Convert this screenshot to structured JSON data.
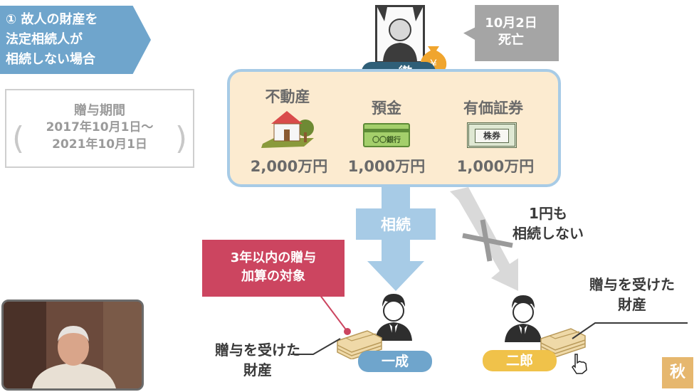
{
  "tag": {
    "lines": [
      "① 故人の財産を",
      "法定相続人が",
      "相続しない場合"
    ]
  },
  "period": {
    "title": "贈与期間",
    "line1": "2017年10月1日〜",
    "line2": "2021年10月1日"
  },
  "death": {
    "line1": "10月2日",
    "line2": "死亡"
  },
  "decedent": {
    "name": "一徹"
  },
  "estate": {
    "assets": [
      {
        "label": "不動産",
        "value": "2,000万円"
      },
      {
        "label": "預金",
        "value": "1,000万円",
        "icon_text": "〇〇銀行"
      },
      {
        "label": "有価証券",
        "value": "1,000万円",
        "icon_text": "株券"
      }
    ]
  },
  "flow": {
    "inherit_label": "相続",
    "no_inherit": [
      "1円も",
      "相続しない"
    ]
  },
  "pink": {
    "line1": "3年以内の贈与",
    "line2": "加算の対象"
  },
  "heirs": [
    {
      "name": "一成",
      "gift_caption": [
        "贈与を受けた",
        "財産"
      ],
      "color": "#6fa5cc"
    },
    {
      "name": "二郎",
      "gift_caption": [
        "贈与を受けた",
        "財産"
      ],
      "color": "#f0c24a"
    }
  ],
  "badge": {
    "text": "秋"
  },
  "colors": {
    "blue": "#6fa5cc",
    "arrow_blue": "#a7cbe6",
    "pink": "#cc4560",
    "estate_bg": "#fcebd0",
    "grey": "#a5a5a5",
    "yellow": "#f0c24a"
  }
}
